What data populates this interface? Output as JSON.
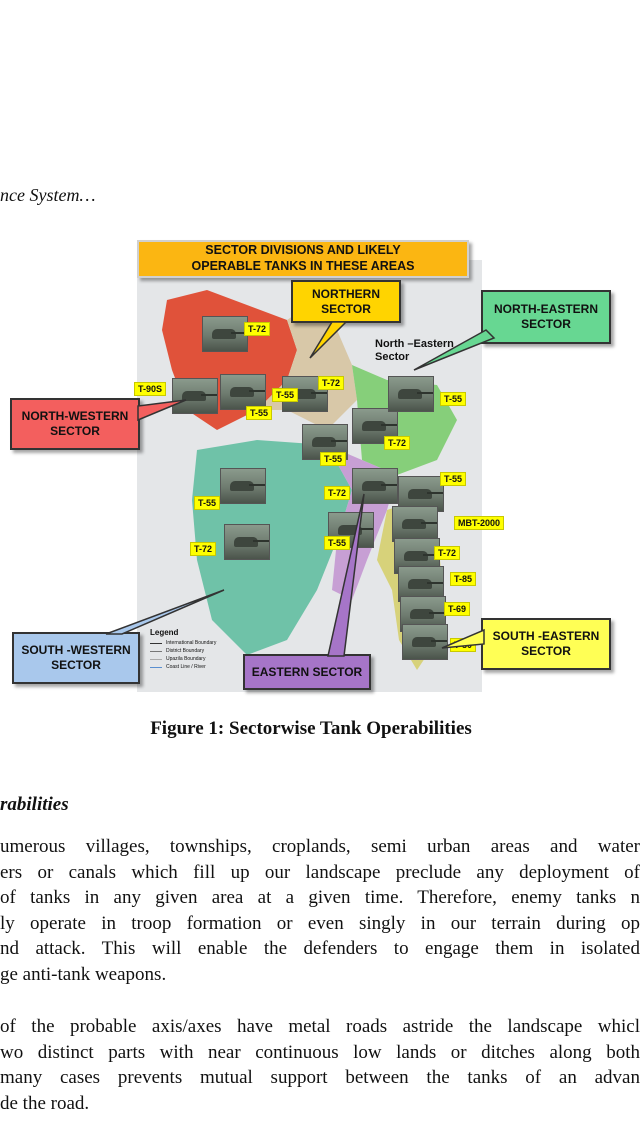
{
  "running_head": "nce System…",
  "figure": {
    "title": "SECTOR  DIVISIONS AND LIKELY\nOPERABLE TANKS IN THESE AREAS",
    "callouts": {
      "north_western": "NORTH-WESTERN\nSECTOR",
      "northern": "NORTHERN\nSECTOR",
      "north_eastern": "NORTH-EASTERN\nSECTOR",
      "south_western": "SOUTH -WESTERN\nSECTOR",
      "eastern": "EASTERN SECTOR",
      "south_eastern": "SOUTH -EASTERN\nSECTOR"
    },
    "north_east_region_label": "North –Eastern\nSector",
    "tank_labels": [
      "T-72",
      "T-90S",
      "T-55",
      "T-72",
      "T-55",
      "T-72",
      "T-55",
      "T-55",
      "T-72",
      "T-55",
      "T-72",
      "T-55",
      "MBT-2000",
      "T-72",
      "T-85",
      "T-69",
      "T-80",
      "T-55"
    ],
    "legend": {
      "title": "Legend",
      "items": [
        {
          "label": "International Boundary",
          "color": "#333333"
        },
        {
          "label": "District Boundary",
          "color": "#777777"
        },
        {
          "label": "Upazila Boundary",
          "color": "#aaaaaa"
        },
        {
          "label": "Coast Line / River",
          "color": "#5a8fd0"
        }
      ]
    },
    "caption": "Figure 1: Sectorwise Tank Operabilities"
  },
  "section_heading": "rabilities",
  "paragraphs": [
    {
      "lines": [
        "umerous villages, townships, croplands, semi urban areas and water",
        "ers or canals which fill up our landscape preclude any deployment of",
        "of tanks in any given area at a given time. Therefore, enemy tanks n",
        "ly operate in troop formation or even singly in our terrain during op",
        "nd attack.  This will enable the defenders to engage them in isolated",
        "ge anti-tank weapons."
      ]
    },
    {
      "lines": [
        "of the probable axis/axes have metal roads astride the landscape whicl",
        "wo distinct parts with near continuous low lands or ditches along both",
        " many cases prevents mutual support between the tanks of an advan",
        "de the road."
      ]
    }
  ],
  "colors": {
    "title_box": "#fbb612",
    "north_western": "#f35f5e",
    "northern": "#ffd400",
    "north_eastern": "#67d792",
    "south_western": "#a9c8ec",
    "eastern": "#a675c8",
    "south_eastern": "#ffff55",
    "tank_label": "#ffff00"
  }
}
